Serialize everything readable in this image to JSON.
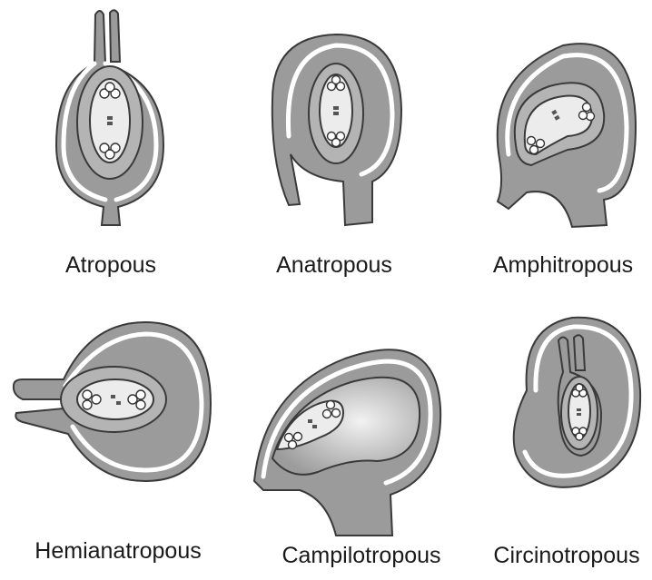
{
  "figure": {
    "ovules": [
      {
        "id": "atropous",
        "label": "Atropous"
      },
      {
        "id": "anatropous",
        "label": "Anatropous"
      },
      {
        "id": "amphitropous",
        "label": "Amphitropous"
      },
      {
        "id": "hemianatropous",
        "label": "Hemianatropous"
      },
      {
        "id": "campilotropous",
        "label": "Campilotropous"
      },
      {
        "id": "circinotropous",
        "label": "Circinotropous"
      }
    ]
  },
  "colors": {
    "integument": "#9b9b9b",
    "outline": "#3a3a3a",
    "embryo_sac": "#ececec",
    "background": "#ffffff"
  }
}
